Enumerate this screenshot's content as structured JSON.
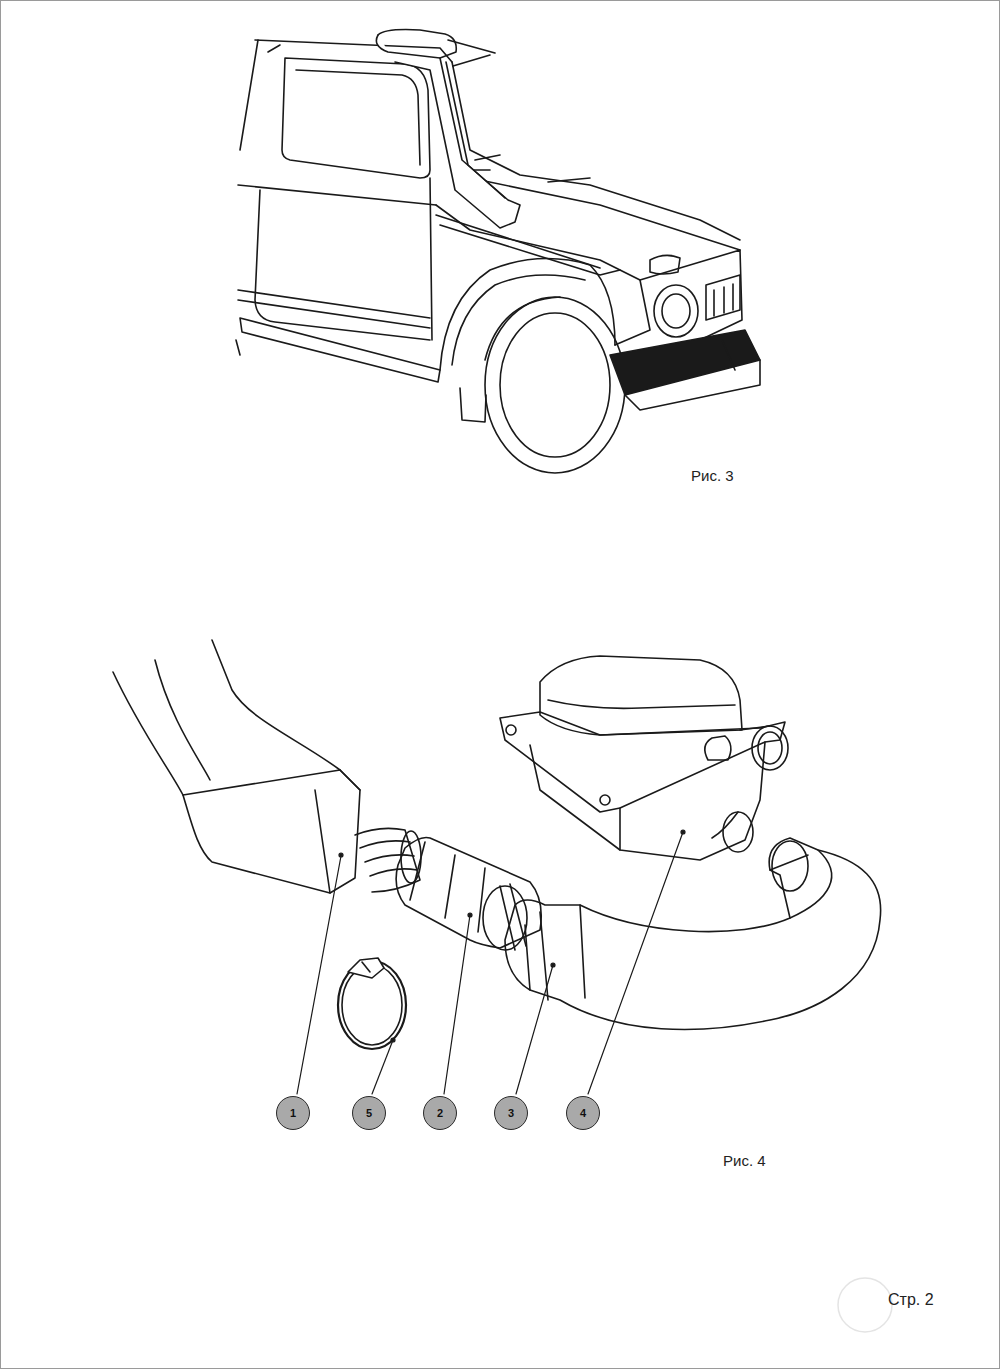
{
  "diagram": {
    "nodes": [
      {
        "text": [
          "1"
        ]
      },
      {
        "text": [
          "5"
        ]
      },
      {
        "text": [
          "2"
        ]
      },
      {
        "text": [
          "3"
        ]
      },
      {
        "text": [
          "4"
        ]
      }
    ],
    "labels": [
      "Рис. 3",
      "Рис. 4",
      "Стр. 2"
    ]
  }
}
